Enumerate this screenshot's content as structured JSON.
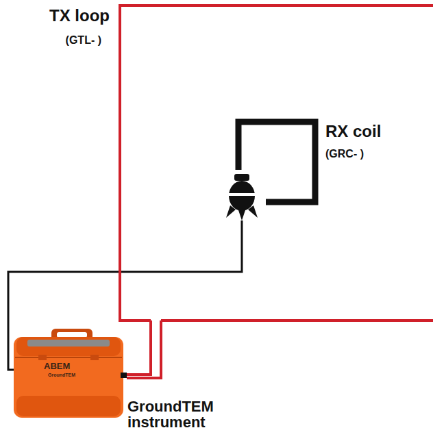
{
  "diagram": {
    "nodes": [
      {
        "text": [
          "TX loop",
          "(GTL- )"
        ]
      },
      {
        "text": [
          "RX coil",
          "(GRC- )"
        ],
        "in": 0
      },
      {
        "text": [
          "ABEM",
          "GroundTEM",
          "GroundTEM instrument"
        ]
      }
    ],
    "edges": [
      {
        "from": 2,
        "to": 0,
        "arrow": "none"
      },
      {
        "from": 2,
        "to": 1,
        "arrow": "none"
      }
    ]
  }
}
